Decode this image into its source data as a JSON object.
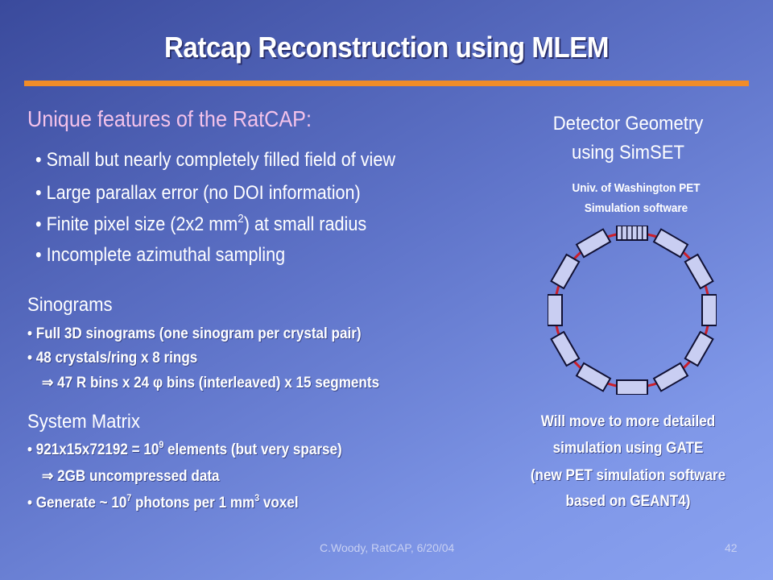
{
  "title": "Ratcap Reconstruction using MLEM",
  "features": {
    "heading": "Unique features of the RatCAP:",
    "items": [
      "Small but nearly completely filled field of view",
      "Large parallax error (no DOI information)",
      "Finite pixel size  (2x2 mm",
      "2",
      ") at small radius",
      "Incomplete azimuthal sampling"
    ]
  },
  "sinograms": {
    "heading": "Sinograms",
    "b1": "Full 3D sinograms (one sinogram per crystal pair)",
    "b2": "48 crystals/ring x 8 rings",
    "b3_pre": "47 R bins x 24 ",
    "phi": "φ",
    "b3_post": " bins (interleaved) x 15 segments"
  },
  "system_matrix": {
    "heading": "System Matrix",
    "b1_pre": "921x15x72192 = 10",
    "b1_sup": "9",
    "b1_post": " elements (but very sparse)",
    "b2": "2GB uncompressed data",
    "b3_pre": "Generate ~ 10",
    "b3_sup": "7",
    "b3_mid": " photons per 1 mm",
    "b3_sup2": "3",
    "b3_post": " voxel"
  },
  "geometry": {
    "line1": "Detector Geometry",
    "line2": "using SimSET",
    "sub1": "Univ. of Washington PET",
    "sub2": "Simulation software"
  },
  "note": {
    "line1": "Will move to more detailed",
    "line2": "simulation  using GATE",
    "line3": "(new PET simulation software",
    "line4": "based on GEANT4)"
  },
  "footer": {
    "credit": "C.Woody, RatCAP, 6/20/04",
    "page": "42"
  },
  "colors": {
    "rule": "#f08c28",
    "heading": "#f3c2ea",
    "ring": "#cc1f2a",
    "block": "#c9cef2"
  }
}
